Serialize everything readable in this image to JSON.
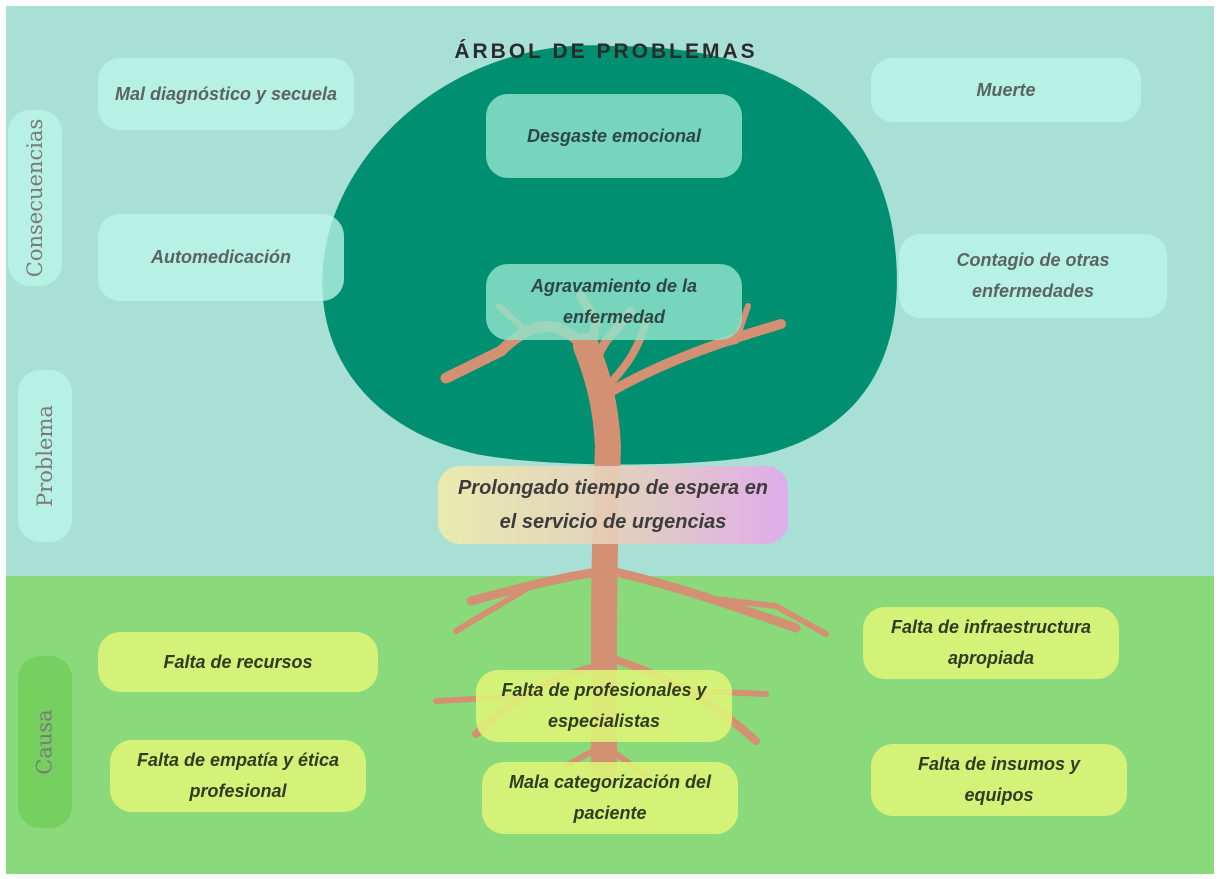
{
  "title": "ÁRBOL DE PROBLEMAS",
  "sections": {
    "consequences": "Consecuencias",
    "problem": "Problema",
    "cause": "Causa"
  },
  "consequences": {
    "mal_diagnostico": "Mal diagnóstico y secuela",
    "desgaste": "Desgaste emocional",
    "muerte": "Muerte",
    "automedicacion": "Automedicación",
    "agravamiento": "Agravamiento de la enfermedad",
    "contagio": "Contagio de otras enfermedades"
  },
  "problem": {
    "main": "Prolongado tiempo de espera en el servicio de urgencias"
  },
  "causes": {
    "recursos": "Falta de recursos",
    "infraestructura": "Falta de infraestructura apropiada",
    "profesionales": "Falta de profesionales y especialistas",
    "empatia": "Falta de empatía y ética profesional",
    "insumos": "Falta de insumos y equipos",
    "categorizacion": "Mala categorización del paciente"
  },
  "colors": {
    "sky": "#a8e0d6",
    "ground": "#8ad97a",
    "canopy": "#008f70",
    "trunk": "#d49072"
  },
  "icons": {
    "canopy": "tree-canopy",
    "trunk": "tree-trunk-and-roots"
  }
}
